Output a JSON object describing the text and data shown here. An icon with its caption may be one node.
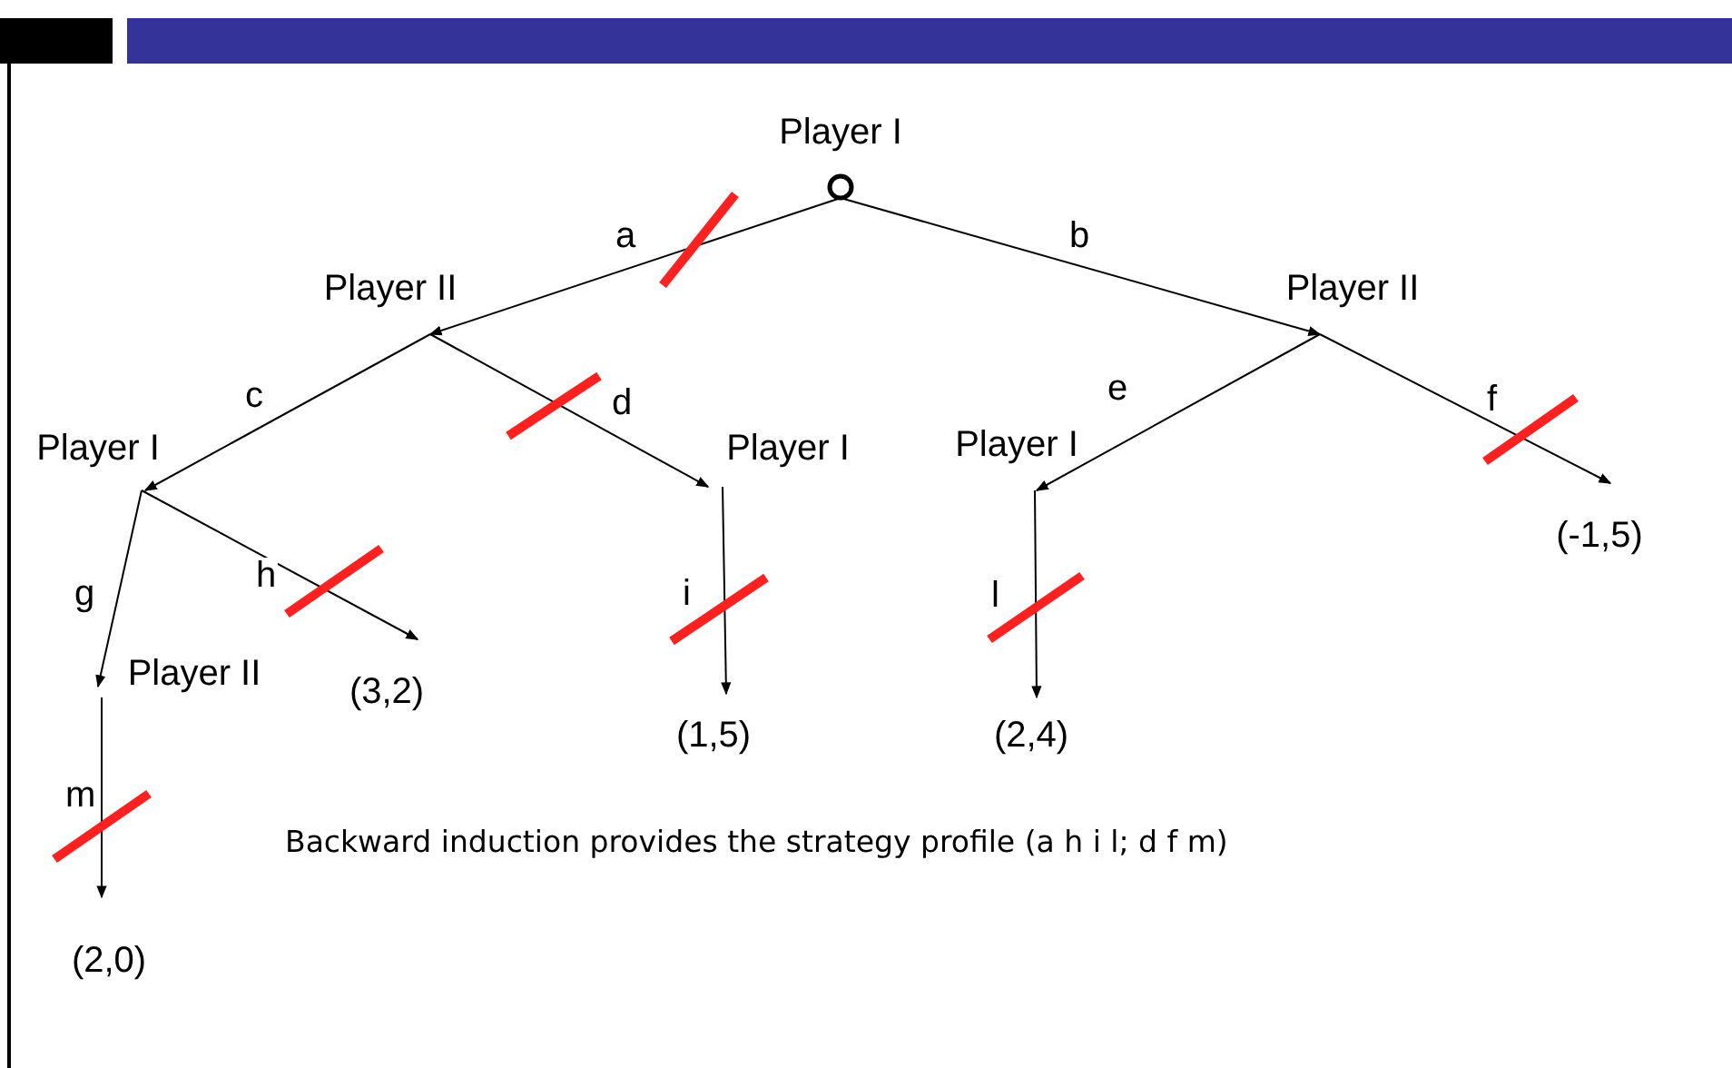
{
  "diagram": {
    "caption": "Backward induction provides the strategy profile (a h i l; d f m)",
    "nodes": [
      {
        "text": [
          "Player I"
        ]
      },
      {
        "text": [
          "Player II"
        ]
      },
      {
        "text": [
          "Player II"
        ]
      },
      {
        "text": [
          "Player I"
        ]
      },
      {
        "text": [
          "Player I"
        ]
      },
      {
        "text": [
          "Player I"
        ]
      },
      {
        "text": [
          "(-1,5)"
        ]
      },
      {
        "text": [
          "Player II"
        ]
      },
      {
        "text": [
          "(3,2)"
        ]
      },
      {
        "text": [
          "(1,5)"
        ]
      },
      {
        "text": [
          "(2,4)"
        ]
      },
      {
        "text": [
          "(2,0)"
        ]
      }
    ],
    "edges": [
      {
        "from": 0,
        "to": 1,
        "arrow": "to",
        "label": "a"
      },
      {
        "from": 0,
        "to": 2,
        "arrow": "to",
        "label": "b"
      },
      {
        "from": 1,
        "to": 3,
        "arrow": "to",
        "label": "c"
      },
      {
        "from": 1,
        "to": 4,
        "arrow": "to",
        "label": "d"
      },
      {
        "from": 2,
        "to": 5,
        "arrow": "to",
        "label": "e"
      },
      {
        "from": 2,
        "to": 6,
        "arrow": "to",
        "label": "f"
      },
      {
        "from": 3,
        "to": 7,
        "arrow": "to",
        "label": "g"
      },
      {
        "from": 3,
        "to": 8,
        "arrow": "to",
        "label": "h"
      },
      {
        "from": 4,
        "to": 9,
        "arrow": "to",
        "label": "i"
      },
      {
        "from": 5,
        "to": 10,
        "arrow": "to",
        "label": "l"
      },
      {
        "from": 7,
        "to": 11,
        "arrow": "to",
        "label": "m"
      }
    ]
  }
}
